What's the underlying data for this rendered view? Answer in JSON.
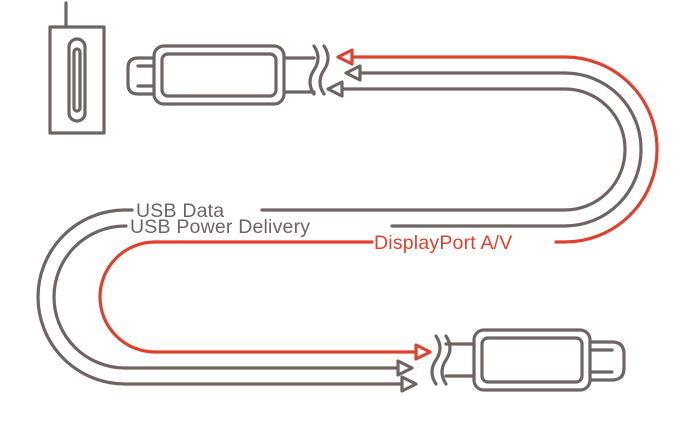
{
  "colors": {
    "line": "#6e6462",
    "accent": "#e0402e",
    "background": "#ffffff"
  },
  "labels": {
    "usb_data": "USB Data",
    "usb_power": "USB Power Delivery",
    "displayport": "DisplayPort A/V"
  },
  "icons": {
    "port": "usb-c-port-icon",
    "connector_top": "usb-c-plug-icon",
    "connector_bottom": "usb-c-plug-icon"
  }
}
